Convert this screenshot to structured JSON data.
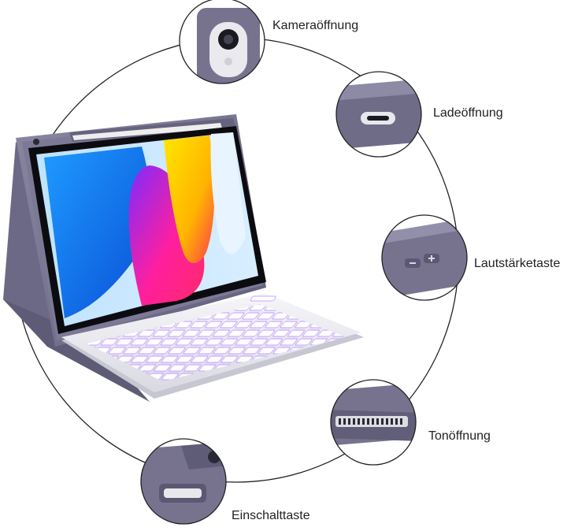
{
  "callouts": [
    {
      "label": "Kameraöffnung",
      "icon": "camera-opening-icon"
    },
    {
      "label": "Ladeöffnung",
      "icon": "charging-port-icon"
    },
    {
      "label": "Lautstärketaste",
      "icon": "volume-button-icon"
    },
    {
      "label": "Tonöffnung",
      "icon": "speaker-grille-icon"
    },
    {
      "label": "Einschalttaste",
      "icon": "power-button-icon"
    }
  ],
  "colors": {
    "case": "#7d7a96",
    "case_dark": "#5f5c78",
    "keyboard": "#eeeef2",
    "key_glow": "#c7a8ff",
    "circle_line": "#222222"
  }
}
